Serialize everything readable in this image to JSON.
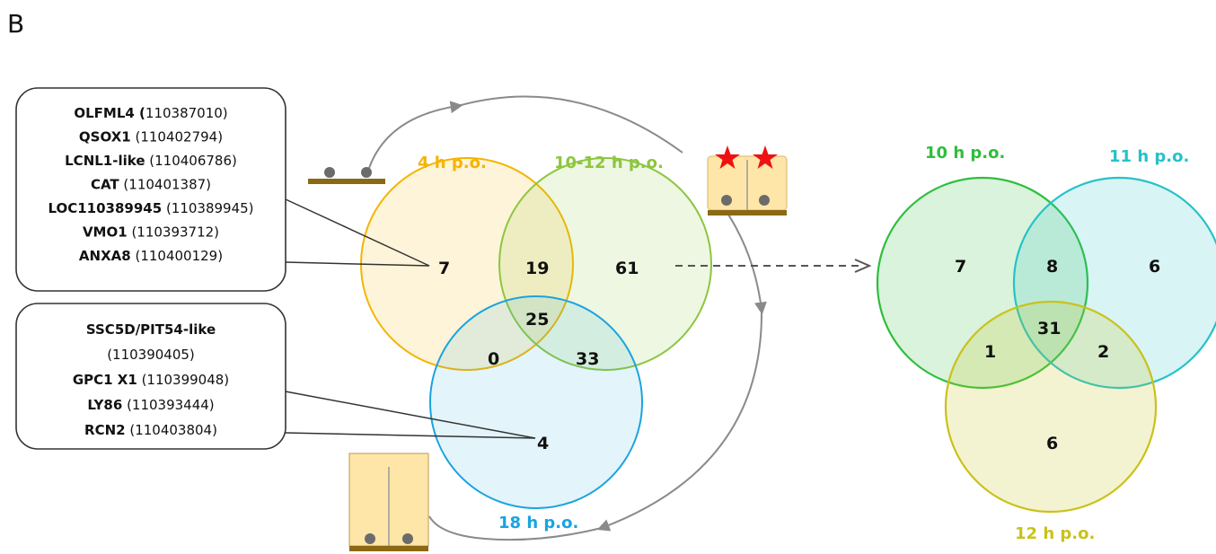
{
  "panel_label": "B",
  "colors": {
    "c4h": "#f5b400",
    "c1012h": "#8cc63f",
    "c18h": "#1aa3e0",
    "c10h": "#2fbe3c",
    "c11h": "#25c2c8",
    "c12h": "#c9c21a",
    "cycle": "#8a8a8a",
    "well": "#fde6a8",
    "base": "#8b6914",
    "star": "#ee1111"
  },
  "left_venn": {
    "sets": [
      {
        "label": "4 h p.o.",
        "color": "#f5b400"
      },
      {
        "label": "10-12 h p.o.",
        "color": "#8cc63f"
      },
      {
        "label": "18 h p.o.",
        "color": "#1aa3e0"
      }
    ],
    "counts": {
      "only_4h": "7",
      "4h_1012h": "19",
      "only_1012h": "61",
      "all": "25",
      "4h_18h": "0",
      "1012h_18h": "33",
      "only_18h": "4"
    }
  },
  "right_venn": {
    "sets": [
      {
        "label": "10 h p.o.",
        "color": "#2fbe3c"
      },
      {
        "label": "11 h p.o.",
        "color": "#25c2c8"
      },
      {
        "label": "12 h p.o.",
        "color": "#c9c21a"
      }
    ],
    "counts": {
      "only_10h": "7",
      "10h_11h": "8",
      "only_11h": "6",
      "all": "31",
      "10h_12h": "1",
      "11h_12h": "2",
      "only_12h": "6"
    }
  },
  "gene_box_top": [
    {
      "name": "OLFML4 (",
      "id": "110387010)"
    },
    {
      "name": "QSOX1",
      "id": " (110402794)"
    },
    {
      "name": "LCNL1-like",
      "id": " (110406786)"
    },
    {
      "name": "CAT",
      "id": " (110401387)"
    },
    {
      "name": "LOC110389945",
      "id": " (110389945)"
    },
    {
      "name": "VMO1",
      "id": " (110393712)"
    },
    {
      "name": "ANXA8",
      "id": " (110400129)"
    }
  ],
  "gene_box_bottom": [
    {
      "name": "SSC5D/PIT54-like",
      "id": ""
    },
    {
      "name": "",
      "id": "(110390405)"
    },
    {
      "name": "GPC1 X1",
      "id": " (110399048)"
    },
    {
      "name": "LY86",
      "id": " (110393444)"
    },
    {
      "name": "RCN2",
      "id": " (110403804)"
    }
  ]
}
